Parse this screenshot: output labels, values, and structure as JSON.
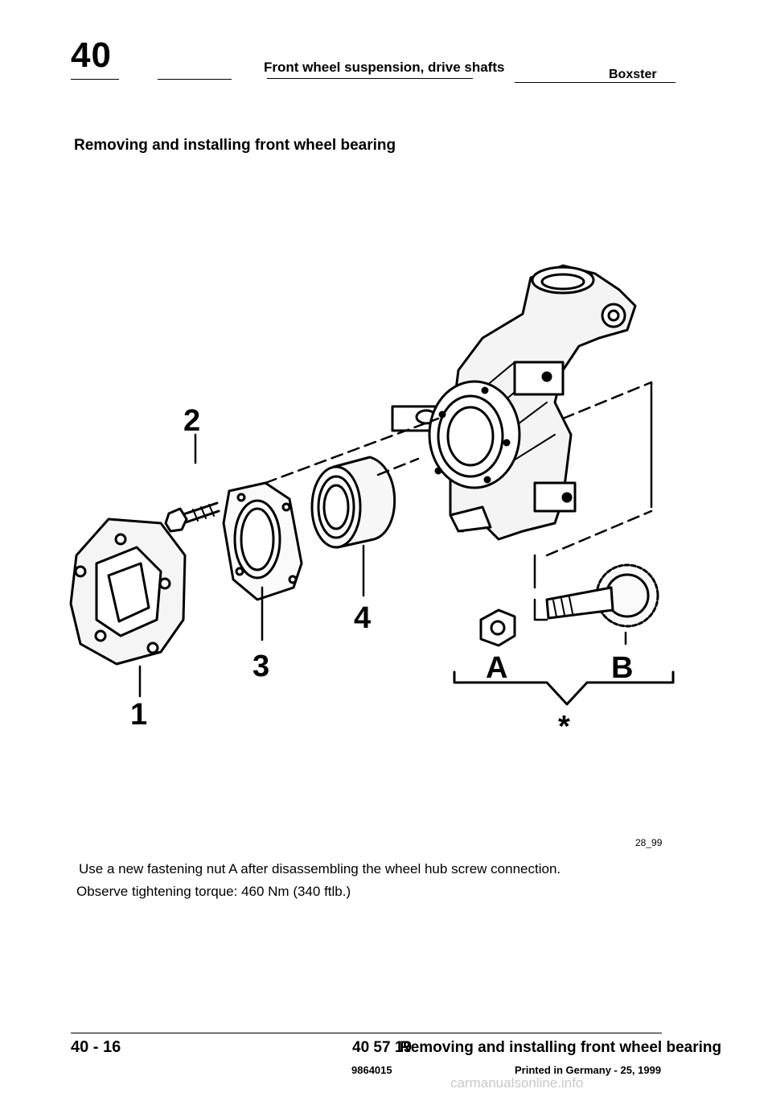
{
  "header": {
    "group_number": "40",
    "title": "Front wheel suspension, drive shafts",
    "model": "Boxster"
  },
  "section": {
    "title": "Removing and installing front wheel bearing"
  },
  "figure": {
    "callouts": [
      "1",
      "2",
      "3",
      "4",
      "A",
      "B",
      "*"
    ],
    "figure_code": "28_99"
  },
  "notes": [
    "Use a new fastening nut A after disassembling the wheel hub screw connection.",
    "Observe tightening torque: 460 Nm (340 ftlb.)"
  ],
  "footer": {
    "page": "40 - 16",
    "code": "40 57 19",
    "title": "Removing and installing front wheel bearing",
    "part_number": "9864015",
    "printed": "Printed in Germany - 25, 1999"
  },
  "watermark": "carmanualsonline.info"
}
